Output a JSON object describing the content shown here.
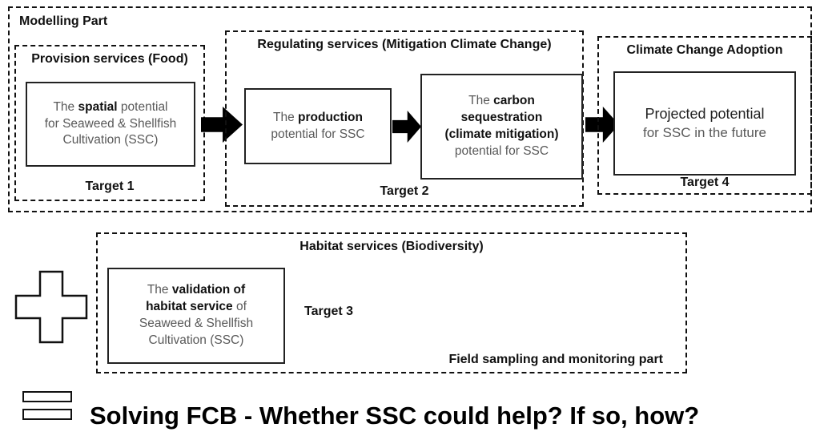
{
  "modelling": {
    "label": "Modelling Part",
    "provision": {
      "title": "Provision services (Food)",
      "box": {
        "l1_pre": "The ",
        "l1_bold": "spatial",
        "l1_post": " potential",
        "l2": "for Seaweed & Shellfish",
        "l3": "Cultivation (SSC)"
      },
      "target": "Target 1"
    },
    "regulating": {
      "title": "Regulating services  (Mitigation Climate Change)",
      "production_box": {
        "l1_pre": "The ",
        "l1_bold": "production",
        "l2": "potential for SSC"
      },
      "carbon_box": {
        "l1_pre": "The ",
        "l1_bold": "carbon",
        "l2_bold": "sequestration",
        "l3_bold": "(climate mitigation)",
        "l4": "potential for SSC"
      },
      "target": "Target 2"
    },
    "adoption": {
      "title": "Climate Change Adoption",
      "box": {
        "l1": "Projected potential",
        "l2": "for SSC in the future"
      },
      "target": "Target 4"
    }
  },
  "habitat": {
    "title": "Habitat services (Biodiversity)",
    "box": {
      "l1_pre": "The ",
      "l1_bold": "validation of",
      "l2_bold": "habitat service",
      "l2_post": " of",
      "l3": "Seaweed & Shellfish",
      "l4": "Cultivation (SSC)"
    },
    "target": "Target 3",
    "footer": "Field sampling and monitoring part"
  },
  "conclusion": "Solving FCB - Whether SSC could help? If so, how?",
  "icons": {
    "plus": "plus-icon",
    "equals": "equals-icon",
    "arrow": "arrow-right-icon"
  },
  "colors": {
    "border": "#111111",
    "text_gray": "#595959",
    "text_black": "#111111",
    "arrow_fill": "#000000"
  }
}
